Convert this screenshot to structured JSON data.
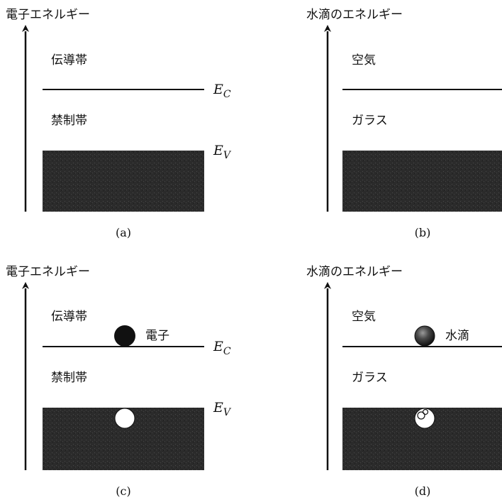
{
  "panels": [
    {
      "caption": "(a)",
      "axis_label": "電子エネルギー",
      "upper_region_label": "伝導帯",
      "middle_region_label": "禁制帯",
      "upper_level": {
        "symbol": "E",
        "sub": "C"
      },
      "lower_level": {
        "symbol": "E",
        "sub": "V"
      }
    },
    {
      "caption": "(b)",
      "axis_label": "水滴のエネルギー",
      "upper_region_label": "空気",
      "middle_region_label": "ガラス"
    },
    {
      "caption": "(c)",
      "axis_label": "電子エネルギー",
      "upper_region_label": "伝導帯",
      "middle_region_label": "禁制帯",
      "particle_label": "電子",
      "upper_level": {
        "symbol": "E",
        "sub": "C"
      },
      "lower_level": {
        "symbol": "E",
        "sub": "V"
      }
    },
    {
      "caption": "(d)",
      "axis_label": "水滴のエネルギー",
      "upper_region_label": "空気",
      "middle_region_label": "ガラス",
      "particle_label": "水滴"
    }
  ],
  "colors": {
    "band_fill": "#2a2a2a",
    "line": "#111111",
    "electron": "#111111",
    "hole": "#ffffff",
    "droplet": "#3a3a3a"
  }
}
